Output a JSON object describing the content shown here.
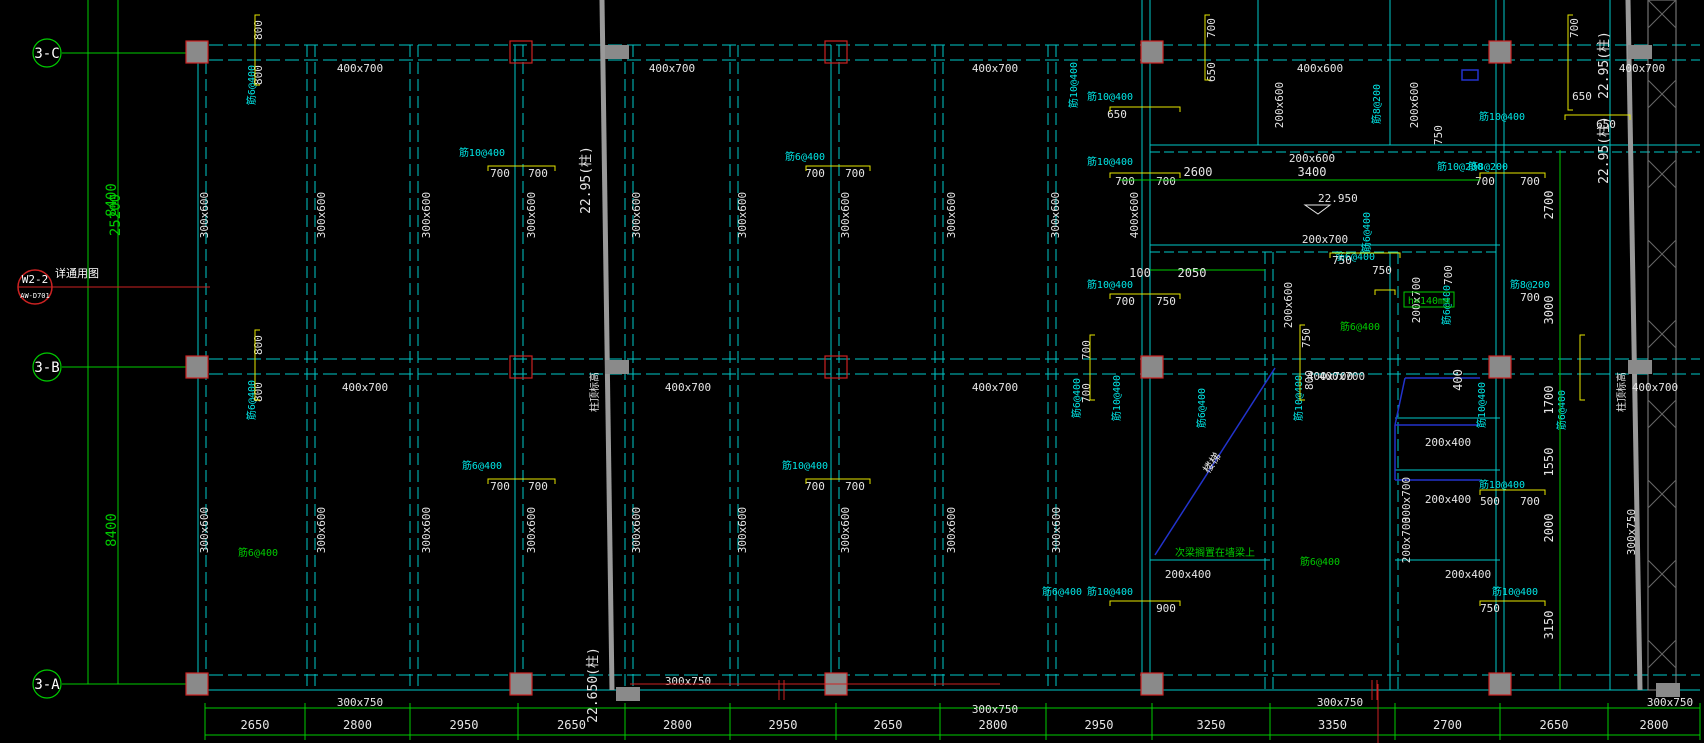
{
  "colors": {
    "background": "#000000",
    "beam_edge": "#00c8c8",
    "grid_axis": "#00cc00",
    "dimension": "#00cc00",
    "column_fill": "#8a8a8a",
    "column_edge": "#cc2222",
    "rebar_note": "#00e6e6",
    "rebar_tag": "#e6e600",
    "stair": "#2233cc",
    "reference": "#cc2222",
    "elevation": "#e6e6e6"
  },
  "grid_axes": [
    {
      "label": "3-C"
    },
    {
      "label": "3-B"
    },
    {
      "label": "3-A"
    }
  ],
  "vertical_dims": {
    "total": "25200",
    "spans": [
      "8400",
      "8400"
    ]
  },
  "section_reference": {
    "label": "W2-2",
    "sheet": "AW-D701",
    "note": "详通用图"
  },
  "bottom_dims": [
    "2650",
    "2800",
    "2950",
    "2650",
    "2800",
    "2950",
    "2650",
    "2800",
    "2950",
    "3250",
    "3350",
    "2700",
    "2650",
    "2800"
  ],
  "beam_labels": [
    "400x700",
    "400x700",
    "400x700",
    "400x600",
    "400x700",
    "400x700",
    "400x700",
    "400x700",
    "400x700",
    "400x700",
    "300x750",
    "300x750",
    "300x750",
    "300x750",
    "300x750",
    "300x600",
    "300x600",
    "300x600",
    "300x600",
    "300x600",
    "300x600",
    "300x600",
    "300x600",
    "300x600",
    "300x600",
    "300x600",
    "300x600",
    "300x600",
    "300x600",
    "200x600",
    "200x600",
    "200x600",
    "200x700",
    "200x700",
    "200x700",
    "400x600",
    "300x600",
    "300x600",
    "300x600",
    "300x700",
    "200x400",
    "200x400",
    "200x400",
    "200x400",
    "200x600",
    "400x700",
    "300x600",
    "300x750"
  ],
  "rebar_notes": [
    "筋6@400",
    "筋10@400",
    "筋6@400",
    "筋10@200",
    "筋6@400",
    "筋10@400",
    "筋8@200",
    "筋10@400",
    "筋10@400",
    "筋6@400",
    "筋10@400",
    "筋8@200",
    "筋6@400",
    "筋6@400",
    "筋10@400",
    "筋6@400",
    "筋10@400",
    "筋6@400",
    "筋10@400",
    "筋10@400",
    "筋6@400",
    "筋10@400",
    "筋6@400",
    "筋6@400",
    "筋6@400",
    "筋6@400",
    "筋10@400",
    "筋8@200",
    "筋10@400",
    "筋10@400",
    "筋6@400"
  ],
  "rebar_values": [
    "800",
    "800",
    "700",
    "700",
    "700",
    "700",
    "800",
    "800",
    "700",
    "700",
    "700",
    "700",
    "700",
    "650",
    "650",
    "700",
    "650",
    "650",
    "700",
    "700",
    "750",
    "750",
    "750",
    "700",
    "700",
    "750",
    "750",
    "800",
    "700",
    "700",
    "700",
    "900",
    "500",
    "700",
    "700",
    "750",
    "700"
  ],
  "elevations": [
    "22.95(柱)",
    "22.95(柱)",
    "22.95(柱)",
    "22.650(柱)",
    "22.950"
  ],
  "misc_dims": [
    "2600",
    "3400",
    "2050",
    "100",
    "2700",
    "3000",
    "1700",
    "1550",
    "2000",
    "3150",
    "400"
  ],
  "annotations": [
    "h=140mm",
    "柱顶标高",
    "柱顶标高",
    "楼梯",
    "次梁搁置在墙梁上"
  ]
}
